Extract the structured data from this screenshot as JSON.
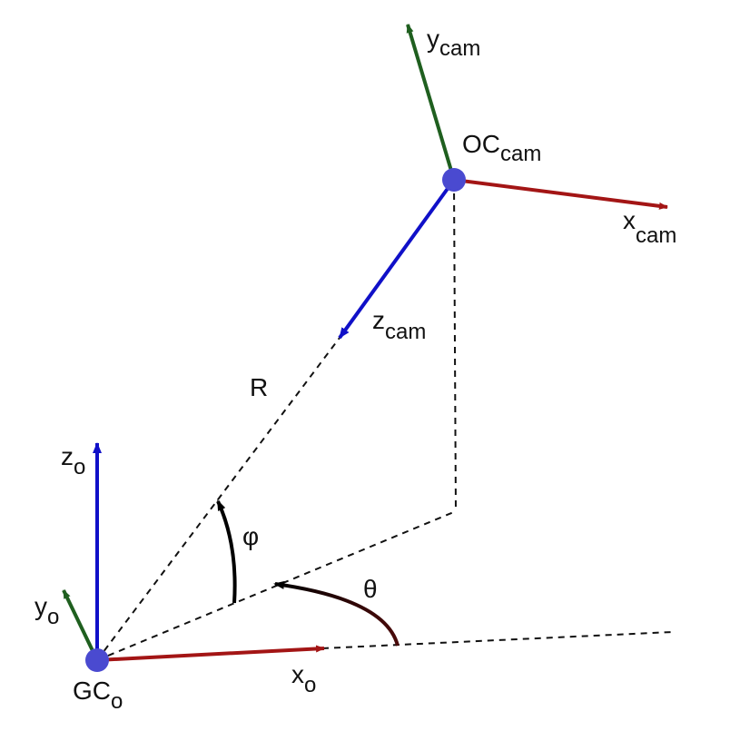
{
  "diagram": {
    "labels": {
      "y_cam": {
        "main": "y",
        "sub": "cam"
      },
      "oc_cam": {
        "main": "OC",
        "sub": "cam"
      },
      "x_cam": {
        "main": "x",
        "sub": "cam"
      },
      "z_cam": {
        "main": "z",
        "sub": "cam"
      },
      "radius": "R",
      "z_o": {
        "main": "z",
        "sub": "o"
      },
      "phi": "φ",
      "theta": "θ",
      "y_o": {
        "main": "y",
        "sub": "o"
      },
      "gc_o": {
        "main": "GC",
        "sub": "o"
      },
      "x_o": {
        "main": "x",
        "sub": "o"
      }
    },
    "colors": {
      "x_axis": "#a31515",
      "y_axis": "#1f5f1f",
      "z_axis": "#1010c8",
      "origin_point": "#4a4ad0",
      "dashed": "#111111",
      "angle_arc": "#000000",
      "theta_arc_end": "#4a0a0a"
    }
  }
}
